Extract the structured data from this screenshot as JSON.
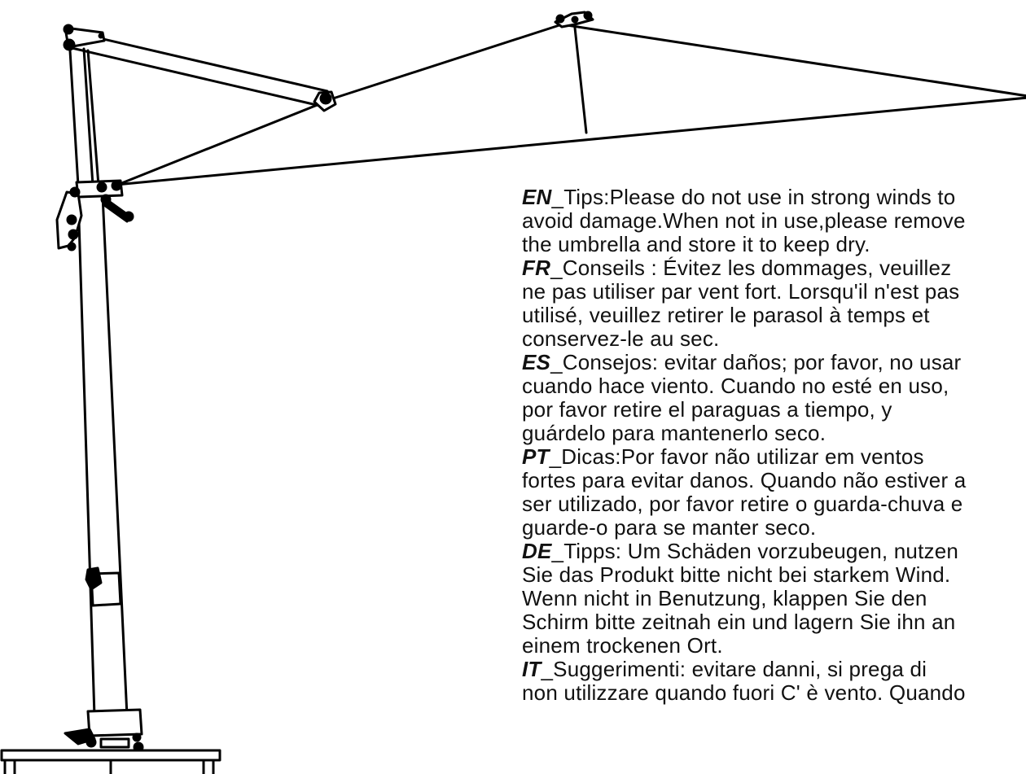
{
  "tips": [
    {
      "code": "EN",
      "lines": [
        "_Tips:Please do not use in strong winds to",
        "avoid damage.When not in use,please remove",
        "the umbrella and store it to keep dry."
      ]
    },
    {
      "code": "FR",
      "lines": [
        "_Conseils : Évitez les dommages, veuillez",
        "ne pas utiliser par vent fort. Lorsqu'il n'est pas",
        "utilisé, veuillez retirer le parasol à temps et",
        "conservez-le au sec."
      ]
    },
    {
      "code": "ES",
      "lines": [
        "_Consejos: evitar daños; por favor, no usar",
        "cuando hace viento. Cuando no esté en uso,",
        "por favor retire el paraguas a tiempo, y",
        "guárdelo para mantenerlo seco."
      ]
    },
    {
      "code": "PT",
      "lines": [
        "_Dicas:Por favor não utilizar em ventos",
        "fortes para evitar danos. Quando não estiver a",
        "ser utilizado, por favor retire o guarda-chuva e",
        "guarde-o para se manter seco."
      ]
    },
    {
      "code": "DE",
      "lines": [
        "_Tipps: Um Schäden vorzubeugen, nutzen",
        "Sie das Produkt bitte nicht bei starkem Wind.",
        "Wenn nicht in Benutzung, klappen Sie den",
        "Schirm bitte zeitnah ein und lagern Sie ihn an",
        "einem trockenen Ort."
      ]
    },
    {
      "code": "IT",
      "lines": [
        "_Suggerimenti: evitare danni, si prega di",
        "non utilizzare quando fuori C' è vento. Quando"
      ]
    }
  ]
}
